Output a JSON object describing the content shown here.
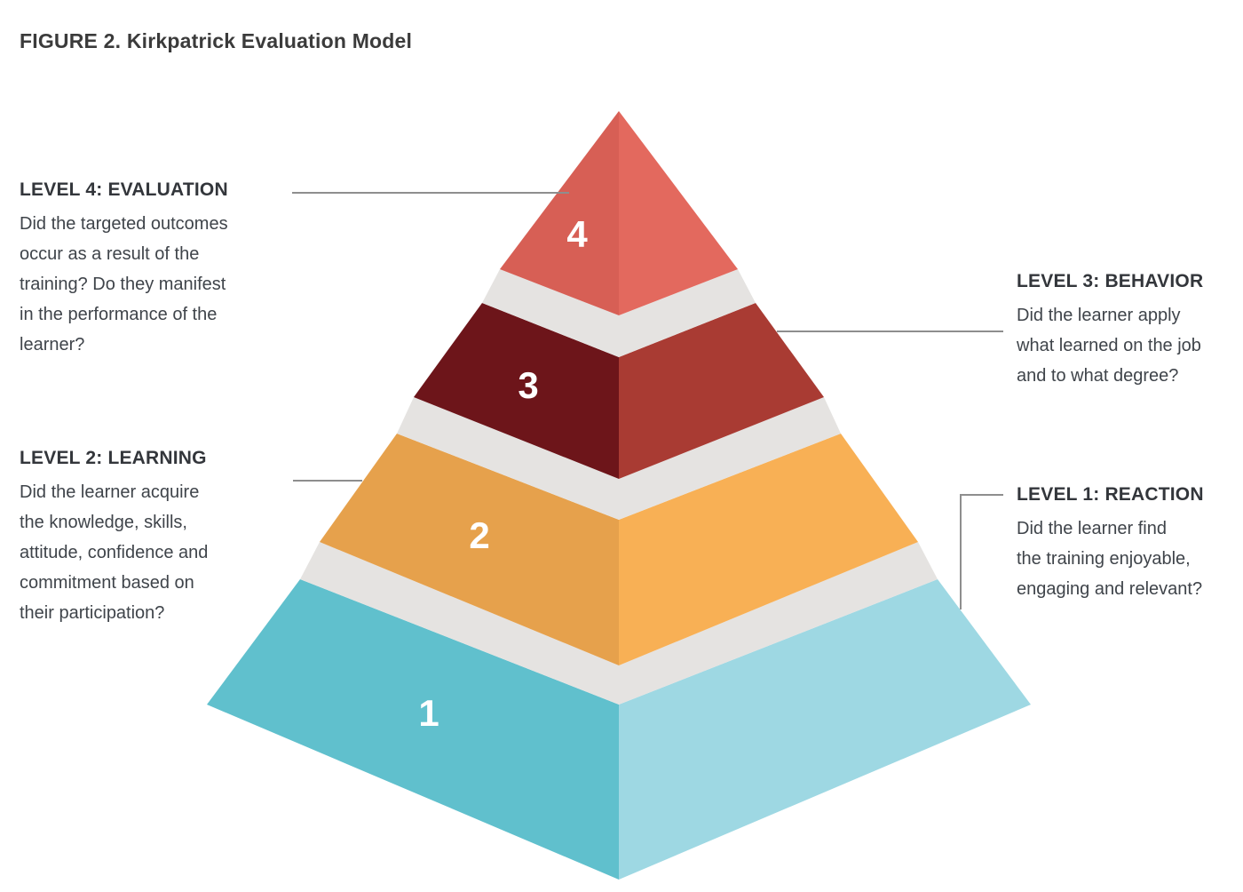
{
  "title": "FIGURE 2. Kirkpatrick Evaluation Model",
  "colors": {
    "l1_left": "#60C0CD",
    "l1_right": "#9ED8E3",
    "l2_left": "#E6A14C",
    "l2_right": "#F8B055",
    "l3_left": "#6D151A",
    "l3_right": "#A93B33",
    "l4_left": "#D75F55",
    "l4_right": "#E3695E",
    "platform": "#E5E3E1",
    "connector": "#8E8E8E"
  },
  "pyramid": {
    "numbers": {
      "l1": "1",
      "l2": "2",
      "l3": "3",
      "l4": "4"
    }
  },
  "labels": {
    "level4": {
      "heading": "LEVEL 4: EVALUATION",
      "lines": [
        "Did the targeted outcomes",
        "occur as a result of the",
        "training? Do they manifest",
        "in the performance of the",
        "learner?"
      ]
    },
    "level3": {
      "heading": "LEVEL 3: BEHAVIOR",
      "lines": [
        "Did the learner apply",
        "what learned on the job",
        "and to what degree?"
      ]
    },
    "level2": {
      "heading": "LEVEL 2: LEARNING",
      "lines": [
        "Did the learner acquire",
        "the knowledge, skills,",
        "attitude, confidence and",
        "commitment based on",
        "their participation?"
      ]
    },
    "level1": {
      "heading": "LEVEL 1: REACTION",
      "lines": [
        "Did the learner find",
        "the training enjoyable,",
        "engaging and relevant?"
      ]
    }
  }
}
